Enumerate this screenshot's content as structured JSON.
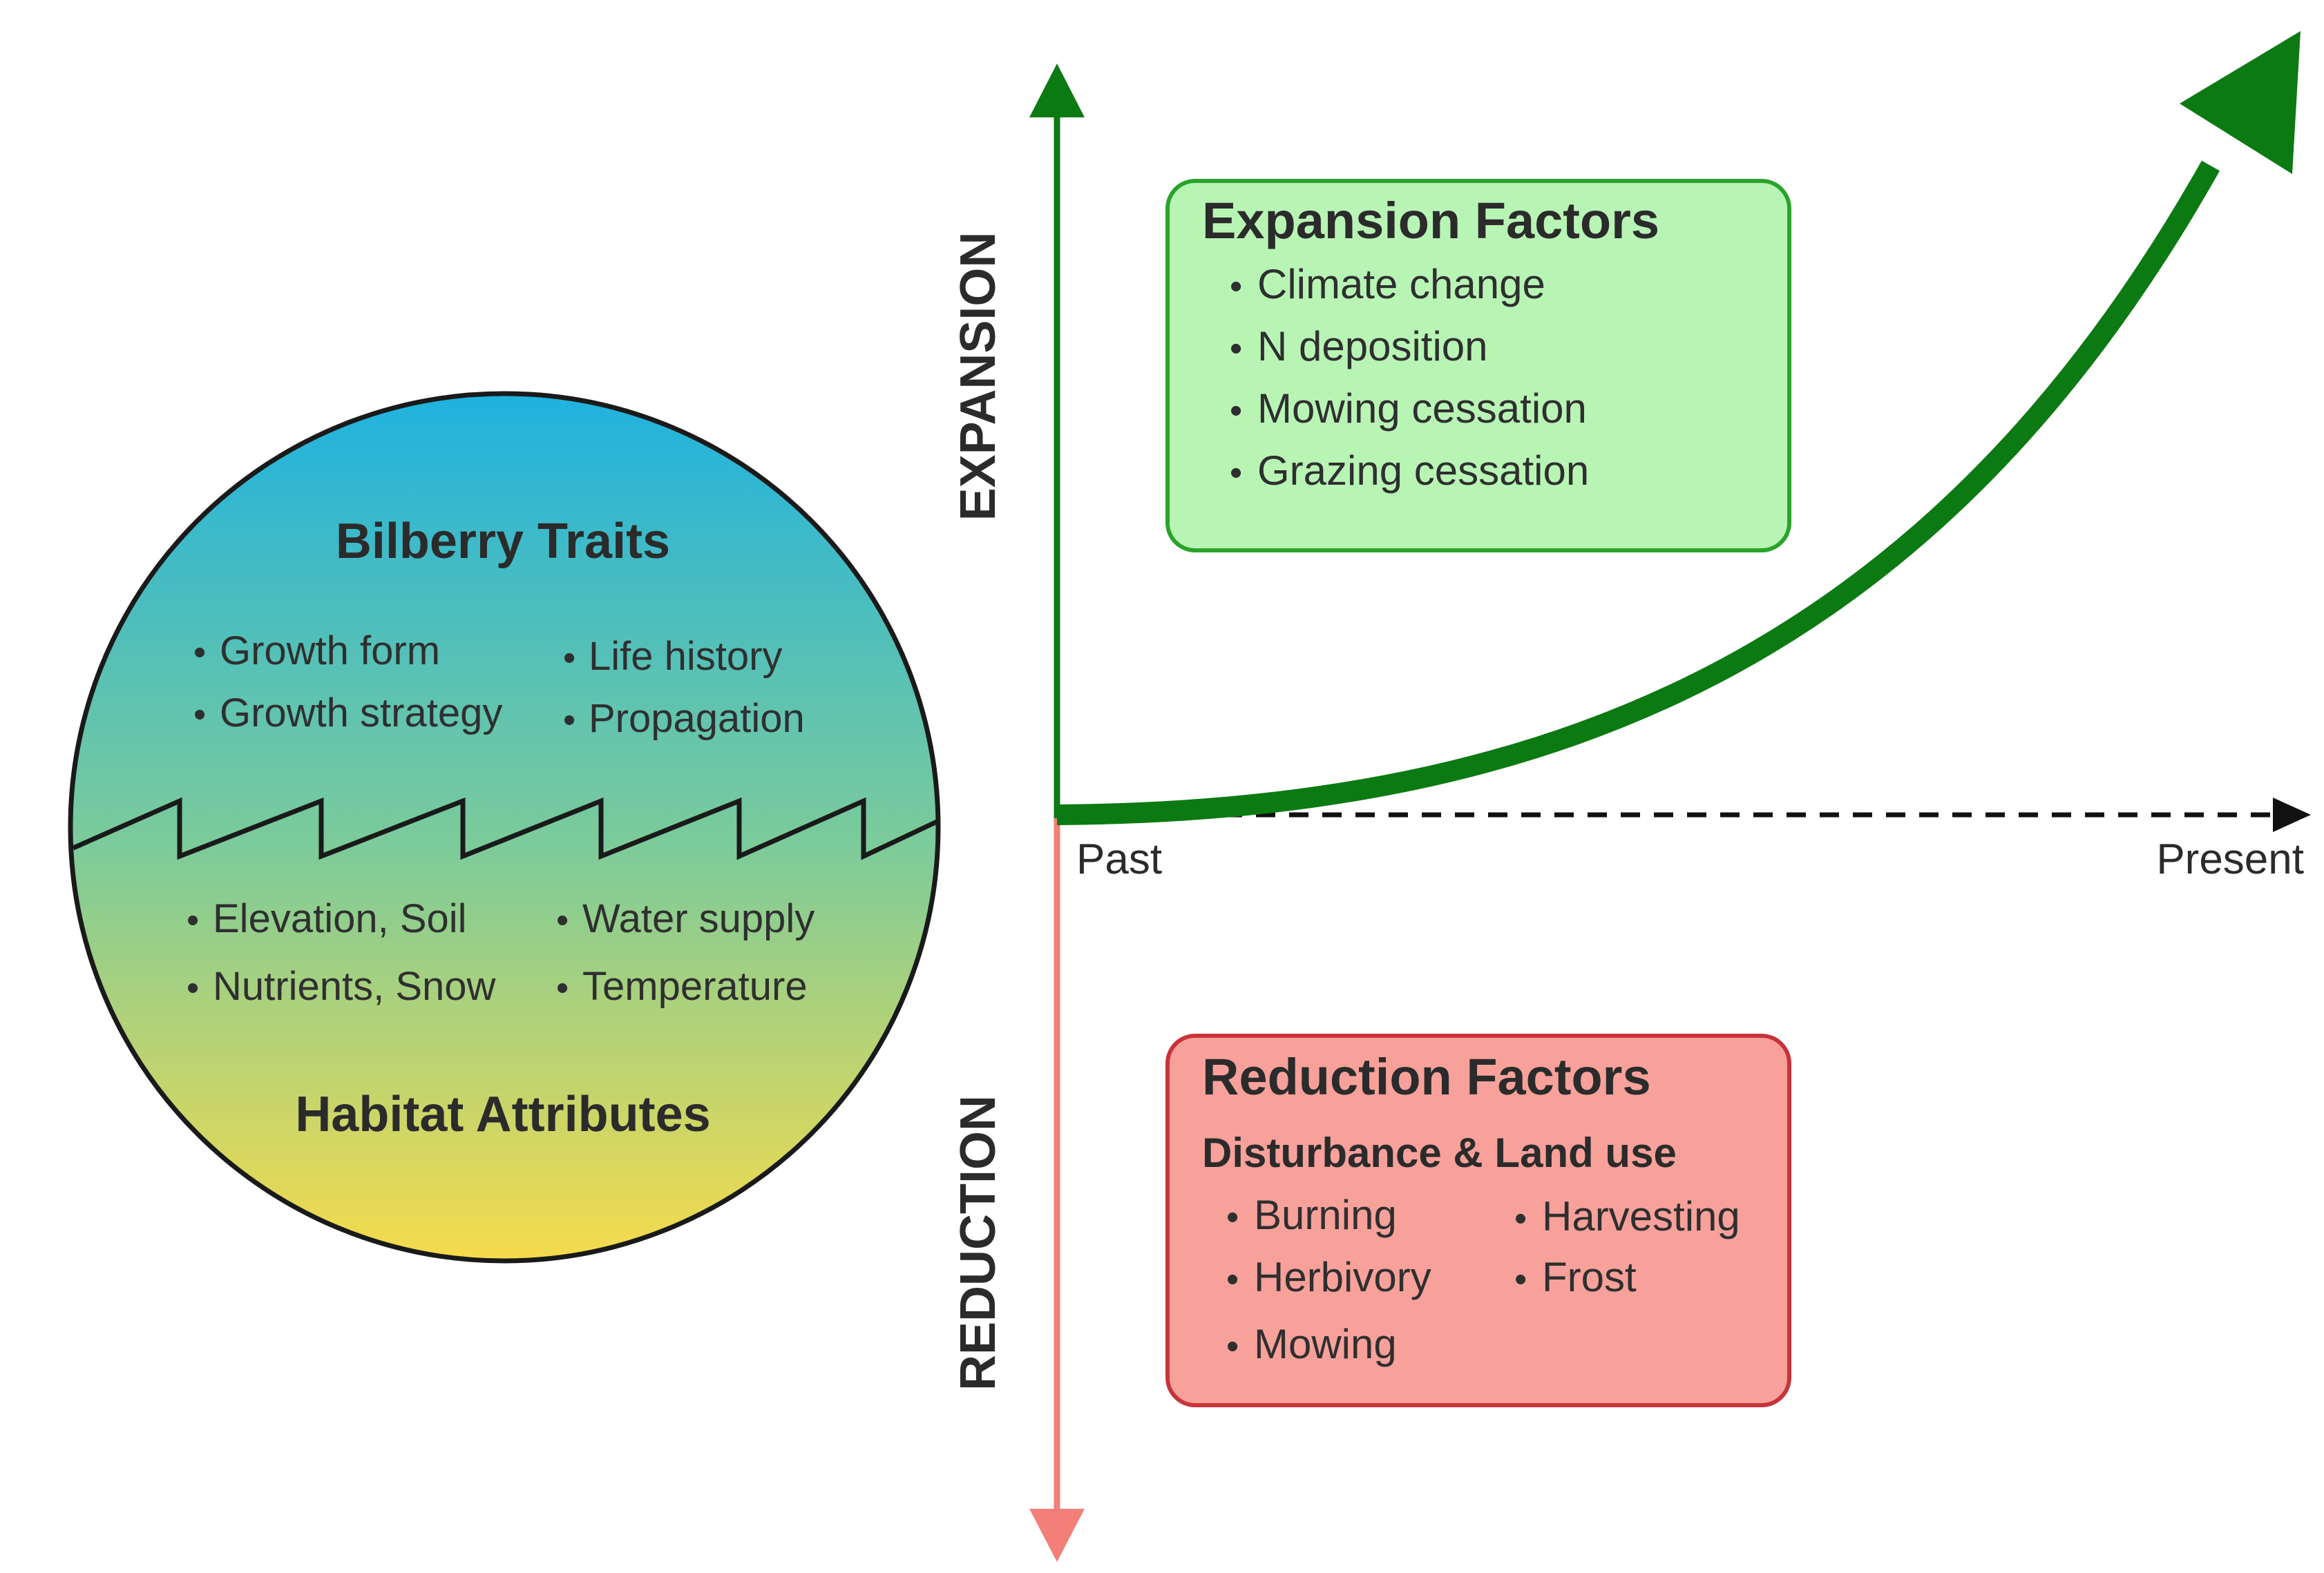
{
  "circle": {
    "traits_title": "Bilberry Traits",
    "traits_items": [
      "Growth form",
      "Growth strategy",
      "Life history",
      "Propagation"
    ],
    "habitat_items": [
      "Elevation, Soil",
      "Nutrients, Snow",
      "Water supply",
      "Temperature"
    ],
    "habitat_title": "Habitat Attributes",
    "gradient_colors": [
      "#1fb2df",
      "#7ccb9a",
      "#f6db4c"
    ]
  },
  "axes": {
    "expansion_label": "EXPANSION",
    "reduction_label": "REDUCTION",
    "past_label": "Past",
    "present_label": "Present",
    "expansion_color": "#0c7a12",
    "reduction_color": "#f27f78"
  },
  "expansion_box": {
    "title": "Expansion Factors",
    "items": [
      "Climate change",
      "N deposition",
      "Mowing cessation",
      "Grazing cessation"
    ],
    "fill": "#b8f5b5",
    "border": "#2aa32a"
  },
  "reduction_box": {
    "title": "Reduction Factors",
    "subtitle": "Disturbance & Land use",
    "items": [
      "Burning",
      "Herbivory",
      "Mowing",
      "Harvesting",
      "Frost"
    ],
    "fill": "#f7a19a",
    "border": "#c8333a"
  },
  "bullet": "•"
}
